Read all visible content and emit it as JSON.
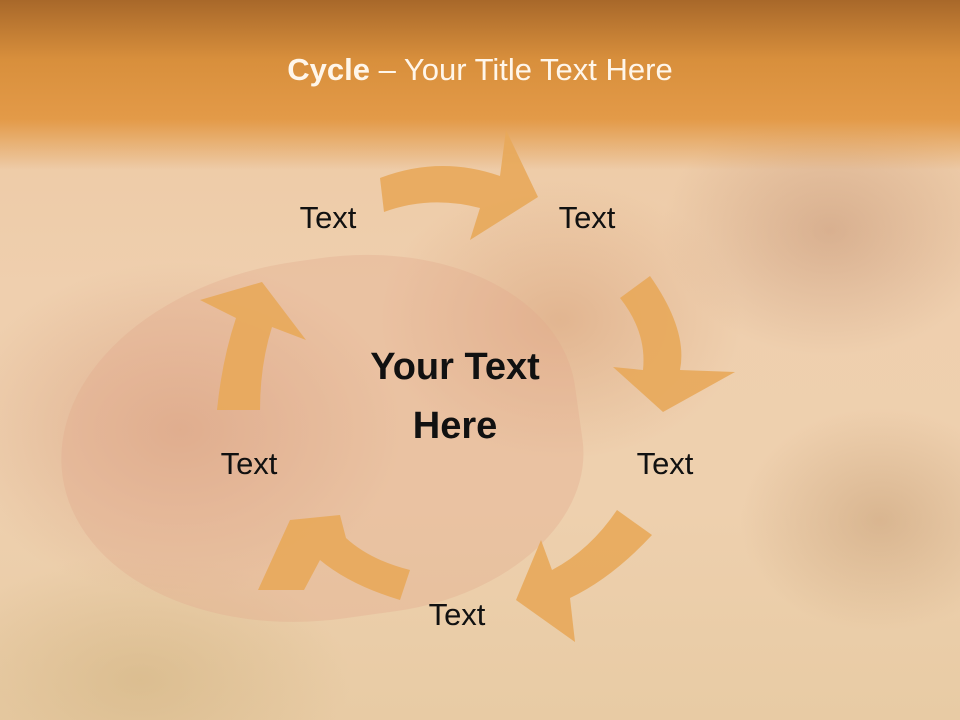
{
  "slide": {
    "title_bold": "Cycle",
    "title_rest": " – Your Title Text Here",
    "center_text": "Your Text Here",
    "background_image": "photo-woman-bikini-on-beach",
    "arrow_color": "#e8a85a",
    "band_color": "#d88f3c"
  },
  "cycle": {
    "nodes": [
      {
        "label": "Text"
      },
      {
        "label": "Text"
      },
      {
        "label": "Text"
      },
      {
        "label": "Text"
      },
      {
        "label": "Text"
      }
    ]
  }
}
